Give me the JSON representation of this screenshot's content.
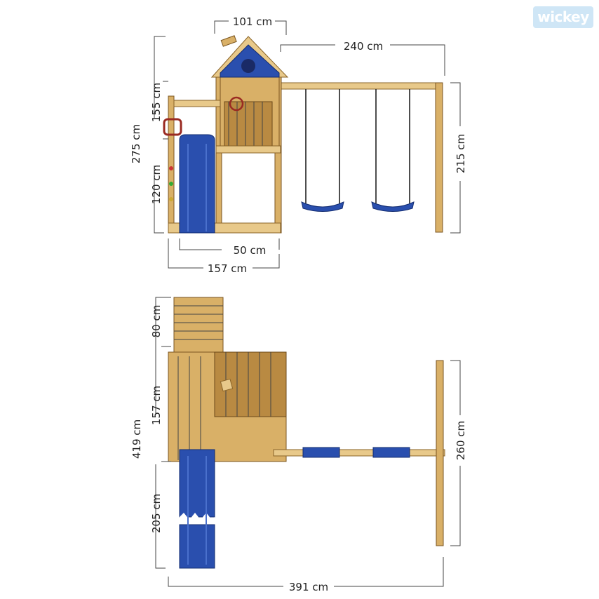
{
  "brand": {
    "logo_text": "wickey"
  },
  "front_view": {
    "roof_width": "101 cm",
    "swing_length": "240 cm",
    "total_height": "275 cm",
    "roof_height": "155 cm",
    "platform_height": "120 cm",
    "swing_beam_height": "215 cm",
    "slide_width": "50 cm",
    "tower_width": "157 cm"
  },
  "top_view": {
    "ladder_depth": "80 cm",
    "total_depth": "419 cm",
    "tower_depth": "157 cm",
    "slide_length": "205 cm",
    "swing_frame_width": "260 cm",
    "total_width": "391 cm"
  },
  "colors": {
    "wood": "#d9b067",
    "slide": "#2a4fae",
    "roof": "#2a4fae",
    "dim_line": "#444444"
  }
}
